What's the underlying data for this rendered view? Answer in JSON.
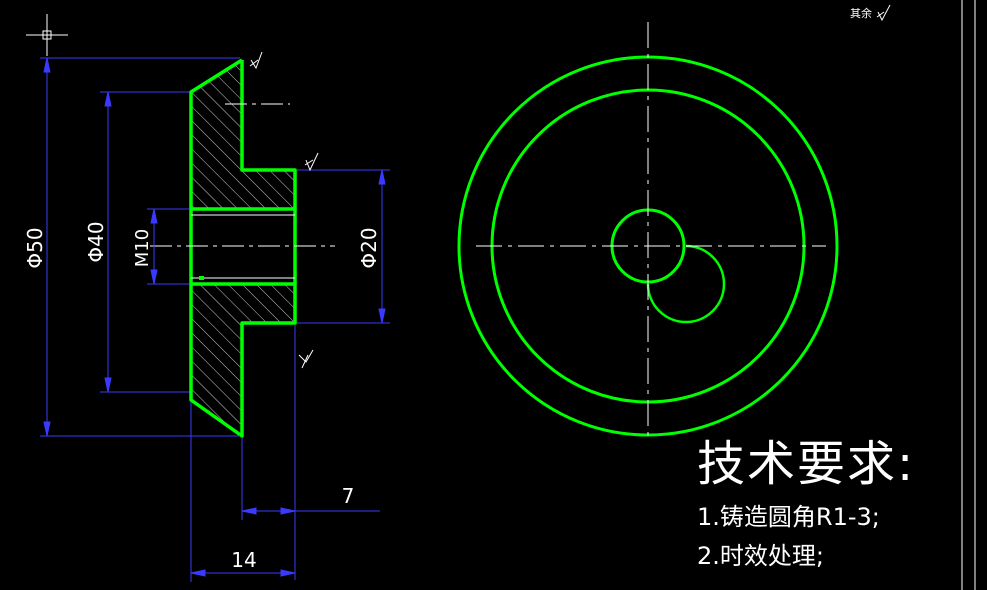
{
  "colors": {
    "background": "#000000",
    "outline": "#00ff00",
    "dimension": "#3333ff",
    "centerline": "#ffffff",
    "hatch": "#ffffff",
    "text": "#ffffff"
  },
  "dimensions": {
    "d50": "Φ50",
    "d40": "Φ40",
    "m10": "M10",
    "d20": "Φ20",
    "len7": "7",
    "len14": "14"
  },
  "roughness": {
    "general": "其余"
  },
  "tech_requirements": {
    "title": "技术要求:",
    "item1": "1.铸造圆角R1-3;",
    "item2": "2.时效处理;"
  },
  "icons": [
    "roughness-symbol-icon",
    "ucs-crosshair-icon"
  ]
}
